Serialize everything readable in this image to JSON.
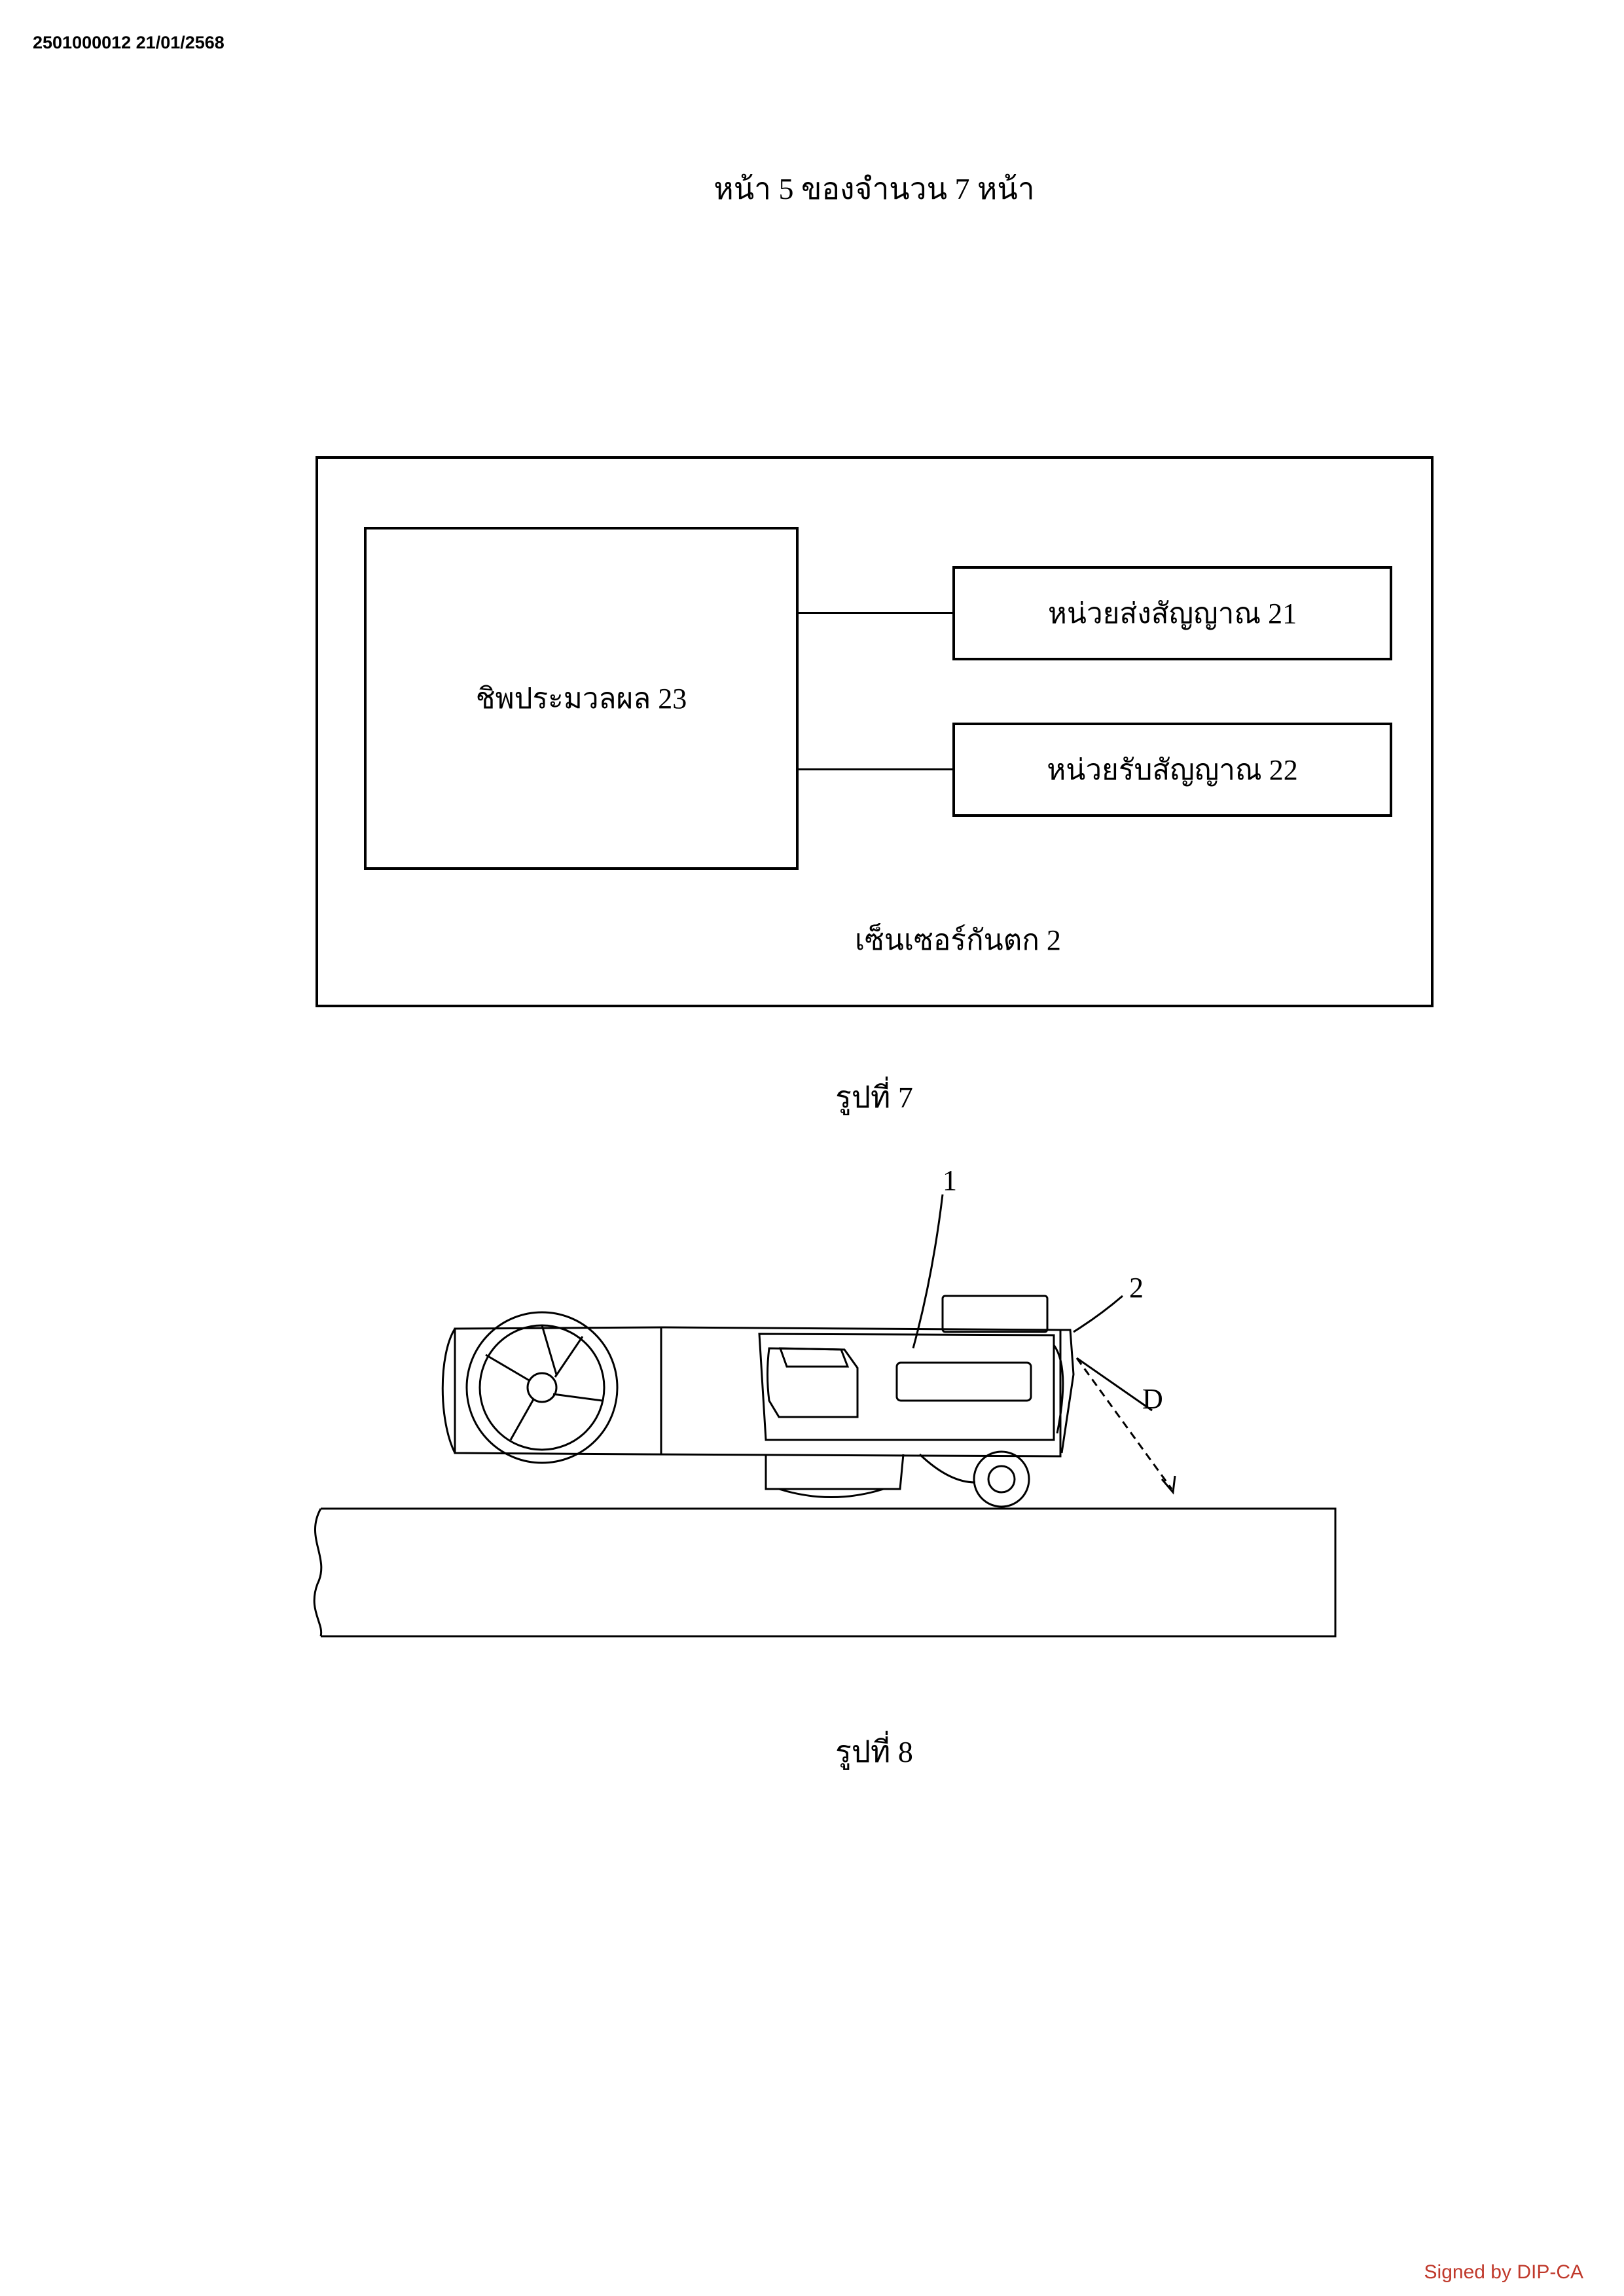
{
  "header": {
    "doc_id": "2501000012 21/01/2568",
    "page_label": "หน้า 5 ของจำนวน 7 หน้า"
  },
  "figure7": {
    "chip_label": "ชิพประมวลผล 23",
    "transmitter_label": "หน่วยส่งสัญญาณ 21",
    "receiver_label": "หน่วยรับสัญญาณ 22",
    "sensor_label": "เซ็นเซอร์กันตก 2",
    "caption": "รูปที่ 7"
  },
  "figure8": {
    "robot_ref": "1",
    "sensor_ref": "2",
    "direction_ref": "D",
    "caption": "รูปที่ 8"
  },
  "footer": {
    "signed": "Signed by DIP-CA"
  }
}
